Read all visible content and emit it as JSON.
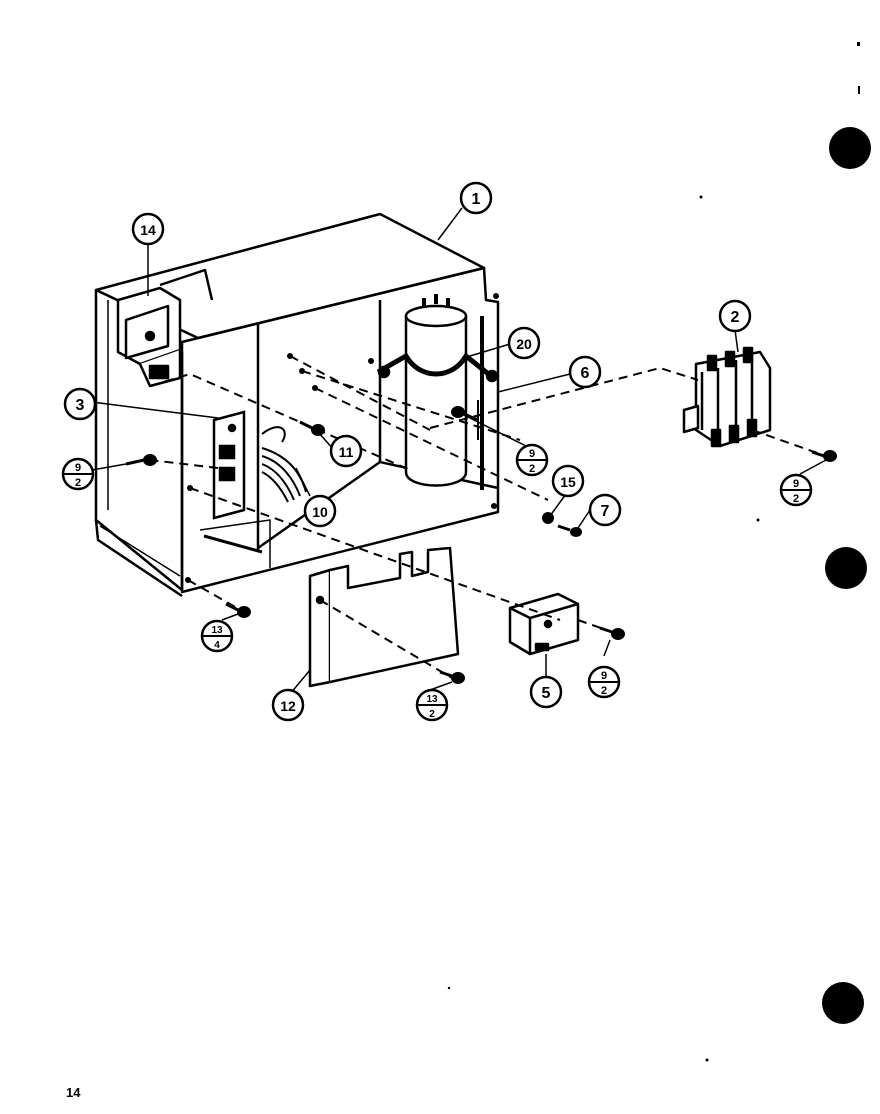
{
  "page_number": "14",
  "callouts": {
    "c1": "1",
    "c2": "2",
    "c3": "3",
    "c5": "5",
    "c6": "6",
    "c7": "7",
    "c10": "10",
    "c11": "11",
    "c12": "12",
    "c14": "14",
    "c15": "15",
    "c20": "20"
  },
  "fraction_callouts": {
    "f_left": {
      "top": "9",
      "bottom": "2"
    },
    "f_cap": {
      "top": "9",
      "bottom": "2"
    },
    "f_right": {
      "top": "9",
      "bottom": "2"
    },
    "f_bottomleft": {
      "top": "13",
      "bottom": "4"
    },
    "f_panel": {
      "top": "13",
      "bottom": "2"
    },
    "f_relay": {
      "top": "9",
      "bottom": "2"
    }
  }
}
